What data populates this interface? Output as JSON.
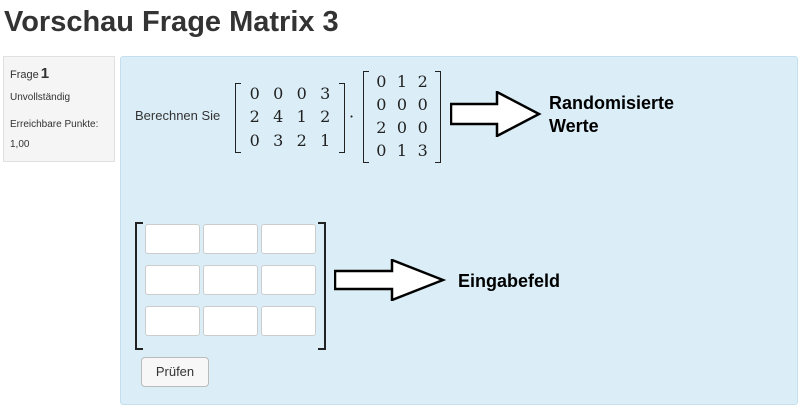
{
  "page": {
    "title": "Vorschau Frage Matrix 3"
  },
  "info": {
    "question_label": "Frage",
    "question_number": "1",
    "state": "Unvollständig",
    "grade_label": "Erreichbare Punkte:",
    "grade_value": "1,00"
  },
  "question": {
    "prompt": "Berechnen Sie",
    "operator": "·",
    "matrix_a": [
      [
        "0",
        "0",
        "0",
        "3"
      ],
      [
        "2",
        "4",
        "1",
        "2"
      ],
      [
        "0",
        "3",
        "2",
        "1"
      ]
    ],
    "matrix_b": [
      [
        "0",
        "1",
        "2"
      ],
      [
        "0",
        "0",
        "0"
      ],
      [
        "2",
        "0",
        "0"
      ],
      [
        "0",
        "1",
        "3"
      ]
    ],
    "answer_cells": [
      [
        "",
        "",
        ""
      ],
      [
        "",
        "",
        ""
      ],
      [
        "",
        "",
        ""
      ]
    ],
    "check_button": "Prüfen"
  },
  "annotations": {
    "randomized_label_line1": "Randomisierte",
    "randomized_label_line2": "Werte",
    "input_label": "Eingabefeld"
  },
  "colors": {
    "content_bg": "#dbeef7",
    "info_bg": "#f5f5f5"
  }
}
